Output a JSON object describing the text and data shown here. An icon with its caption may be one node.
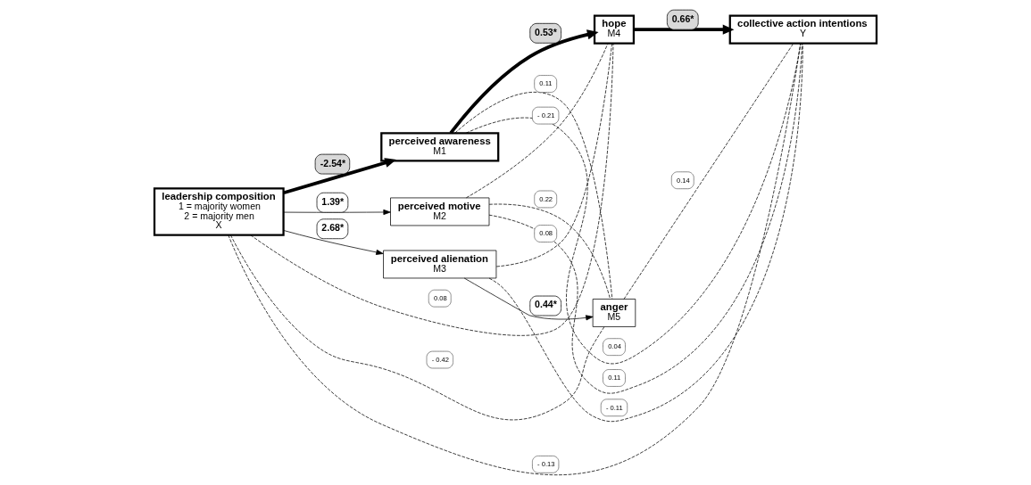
{
  "diagram": {
    "nodes": [
      {
        "text": [
          "leadership composition",
          "1 = majority women",
          "2 = majority men",
          "X"
        ]
      },
      {
        "text": [
          "perceived awareness",
          "M1"
        ]
      },
      {
        "text": [
          "perceived motive",
          "M2"
        ]
      },
      {
        "text": [
          "perceived alienation",
          "M3"
        ]
      },
      {
        "text": [
          "hope",
          "M4"
        ]
      },
      {
        "text": [
          "anger",
          "M5"
        ]
      },
      {
        "text": [
          "collective action intentions",
          "Y"
        ]
      }
    ],
    "edges": [
      {
        "from": 0,
        "to": 1,
        "arrow": "to",
        "label": "-2.54*",
        "style": "thick"
      },
      {
        "from": 0,
        "to": 2,
        "arrow": "to",
        "label": "1.39*"
      },
      {
        "from": 0,
        "to": 3,
        "arrow": "to",
        "label": "2.68*"
      },
      {
        "from": 1,
        "to": 4,
        "arrow": "to",
        "label": "0.53*",
        "style": "thick"
      },
      {
        "from": 4,
        "to": 6,
        "arrow": "to",
        "label": "0.66*",
        "style": "thick"
      },
      {
        "from": 3,
        "to": 5,
        "arrow": "to",
        "label": "0.44*"
      },
      {
        "from": 0,
        "to": 6,
        "arrow": "none",
        "label": "- 0.13",
        "style": "dashed"
      },
      {
        "from": 0,
        "to": 4,
        "arrow": "none",
        "label": "0.08",
        "style": "dashed"
      },
      {
        "from": 1,
        "to": 6,
        "arrow": "none",
        "label": "0.04",
        "style": "dashed"
      },
      {
        "from": 2,
        "to": 4,
        "arrow": "none",
        "label": "- 0.21",
        "style": "dashed"
      },
      {
        "from": 3,
        "to": 4,
        "arrow": "none",
        "label": "0.08",
        "style": "dashed"
      },
      {
        "from": 2,
        "to": 6,
        "arrow": "none",
        "label": "0.11",
        "style": "dashed"
      },
      {
        "from": 2,
        "to": 5,
        "arrow": "none",
        "label": "0.22",
        "style": "dashed"
      },
      {
        "from": 1,
        "to": 5,
        "arrow": "none",
        "label": "0.11",
        "style": "dashed"
      },
      {
        "from": 5,
        "to": 6,
        "arrow": "none",
        "label": "0.14",
        "style": "dashed"
      },
      {
        "from": 3,
        "to": 6,
        "arrow": "none",
        "label": "- 0.11",
        "style": "dashed"
      },
      {
        "from": 0,
        "to": 5,
        "arrow": "none",
        "label": "- 0.42",
        "style": "dashed"
      }
    ]
  }
}
